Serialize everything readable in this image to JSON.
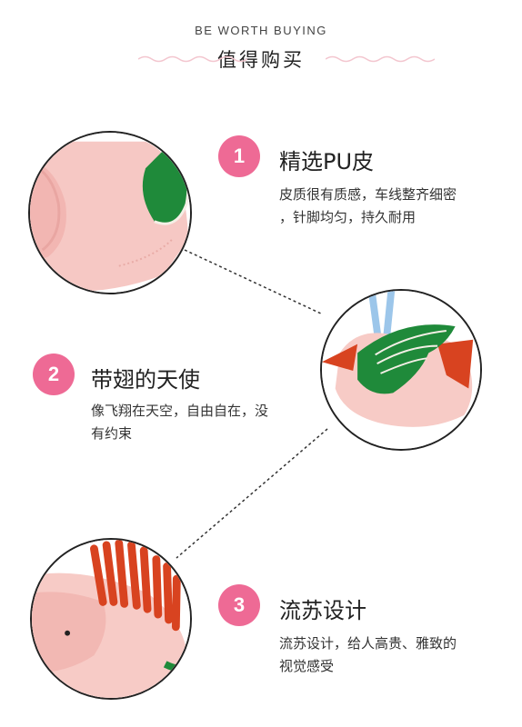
{
  "header": {
    "title_en": "BE WORTH BUYING",
    "title_zh": "值得购买"
  },
  "features": [
    {
      "number": "1",
      "title": "精选PU皮",
      "desc_line1": "皮质很有质感，车线整齐细密",
      "desc_line2": "，针脚均匀，持久耐用"
    },
    {
      "number": "2",
      "title": "带翅的天使",
      "desc_line1": "像飞翔在天空，自由自在，没",
      "desc_line2": "有约束"
    },
    {
      "number": "3",
      "title": "流苏设计",
      "desc_line1": "流苏设计，给人高贵、雅致的",
      "desc_line2": "视觉感受"
    }
  ],
  "colors": {
    "accent_pink": "#ee6a95",
    "leather_pink": "#f5c4c0",
    "wing_green": "#1f8a3a",
    "tassel_red": "#d84320",
    "strap_blue": "#9cc6ea"
  }
}
